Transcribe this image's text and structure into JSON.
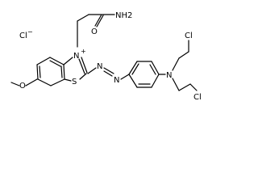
{
  "structure": {
    "counterion": "Cl",
    "counterion_charge": "−",
    "amide_group": "NH2",
    "thiazolium_nitrogen": "N",
    "thiazolium_charge": "+",
    "thiazole_sulfur": "S",
    "methoxy_oxygen": "O",
    "azo_n1": "N",
    "azo_n2": "N",
    "amide_oxygen": "O",
    "amine_nitrogen": "N",
    "chloro_1": "Cl",
    "chloro_2": "Cl"
  }
}
